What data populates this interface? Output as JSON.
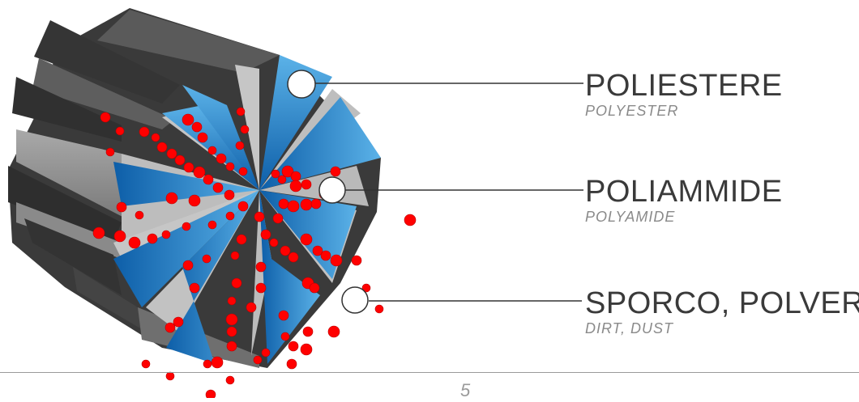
{
  "labels": [
    {
      "id": "polyester",
      "main": "POLIESTERE",
      "sub": "POLYESTER"
    },
    {
      "id": "polyamide",
      "main": "POLIAMMIDE",
      "sub": "POLYAMIDE"
    },
    {
      "id": "dirt",
      "main": "SPORCO, POLVERE",
      "sub": "DIRT, DUST"
    }
  ],
  "page_number": "5",
  "colors": {
    "dark_segment": "#2b2b2b",
    "light_segment": "#bdbdbd",
    "blue_wedge": "#1a6db0",
    "blue_wedge_light": "#4aa3e0",
    "dirt_particle": "#ff0000",
    "leader_line": "#333333"
  }
}
